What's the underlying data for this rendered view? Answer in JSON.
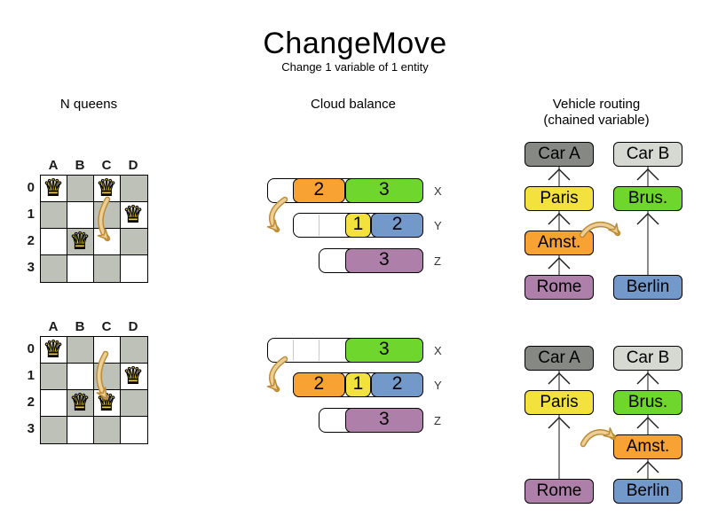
{
  "title": "ChangeMove",
  "subtitle": "Change 1 variable of 1 entity",
  "sections": {
    "nqueens": {
      "header": "N queens"
    },
    "cloud": {
      "header": "Cloud balance"
    },
    "vehicle": {
      "header": "Vehicle routing",
      "header2": "(chained variable)"
    }
  },
  "palette": {
    "orange": "#f7a233",
    "green": "#6fd62d",
    "yellow": "#f3e13d",
    "blue": "#7398ca",
    "purple": "#ae80a9",
    "darkgray": "#868883",
    "lightgray": "#d6d9d2",
    "board_dark": "#bdc1b8",
    "queen": "#f3d11d",
    "arrow_fill": "#ecce97",
    "arrow_stroke": "#bc8a35"
  },
  "queen_icon": "♛",
  "boards": [
    {
      "col_labels": [
        "A",
        "B",
        "C",
        "D"
      ],
      "row_labels": [
        "0",
        "1",
        "2",
        "3"
      ],
      "queens": [
        {
          "col": 0,
          "row": 0
        },
        {
          "col": 2,
          "row": 0
        },
        {
          "col": 3,
          "row": 1
        },
        {
          "col": 1,
          "row": 2
        }
      ]
    },
    {
      "col_labels": [
        "A",
        "B",
        "C",
        "D"
      ],
      "row_labels": [
        "0",
        "1",
        "2",
        "3"
      ],
      "queens": [
        {
          "col": 0,
          "row": 0
        },
        {
          "col": 3,
          "row": 1
        },
        {
          "col": 1,
          "row": 2
        },
        {
          "col": 2,
          "row": 2
        }
      ]
    }
  ],
  "cloud_diagrams": [
    {
      "rows": [
        {
          "label": "X",
          "segments": [
            {
              "empty": true,
              "units": 1
            },
            {
              "value": "2",
              "color": "orange",
              "units": 2
            },
            {
              "value": "3",
              "color": "green",
              "units": 3
            }
          ]
        },
        {
          "label": "Y",
          "segments": [
            {
              "empty": true,
              "units": 2
            },
            {
              "value": "1",
              "color": "yellow",
              "units": 1
            },
            {
              "value": "2",
              "color": "blue",
              "units": 2
            }
          ]
        },
        {
          "label": "Z",
          "segments": [
            {
              "empty": true,
              "units": 1
            },
            {
              "value": "3",
              "color": "purple",
              "units": 3
            }
          ]
        }
      ]
    },
    {
      "rows": [
        {
          "label": "X",
          "segments": [
            {
              "empty": true,
              "units": 3
            },
            {
              "value": "3",
              "color": "green",
              "units": 3
            }
          ]
        },
        {
          "label": "Y",
          "segments": [
            {
              "value": "2",
              "color": "orange",
              "units": 2
            },
            {
              "value": "1",
              "color": "yellow",
              "units": 1
            },
            {
              "value": "2",
              "color": "blue",
              "units": 2
            }
          ]
        },
        {
          "label": "Z",
          "segments": [
            {
              "empty": true,
              "units": 1
            },
            {
              "value": "3",
              "color": "purple",
              "units": 3
            }
          ]
        }
      ]
    }
  ],
  "routing_diagrams": [
    {
      "chains": [
        {
          "nodes": [
            {
              "label": "Car A",
              "color": "darkgray",
              "slot": 0
            },
            {
              "label": "Paris",
              "color": "yellow",
              "slot": 1
            },
            {
              "label": "Amst.",
              "color": "orange",
              "slot": 2
            },
            {
              "label": "Rome",
              "color": "purple",
              "slot": 3
            }
          ]
        },
        {
          "nodes": [
            {
              "label": "Car B",
              "color": "lightgray",
              "slot": 0
            },
            {
              "label": "Brus.",
              "color": "green",
              "slot": 1
            },
            {
              "label": "Berlin",
              "color": "blue",
              "slot": 3
            }
          ]
        }
      ]
    },
    {
      "chains": [
        {
          "nodes": [
            {
              "label": "Car A",
              "color": "darkgray",
              "slot": 0
            },
            {
              "label": "Paris",
              "color": "yellow",
              "slot": 1
            },
            {
              "label": "Rome",
              "color": "purple",
              "slot": 3
            }
          ]
        },
        {
          "nodes": [
            {
              "label": "Car B",
              "color": "lightgray",
              "slot": 0
            },
            {
              "label": "Brus.",
              "color": "green",
              "slot": 1
            },
            {
              "label": "Amst.",
              "color": "orange",
              "slot": 2
            },
            {
              "label": "Berlin",
              "color": "blue",
              "slot": 3
            }
          ]
        }
      ]
    }
  ]
}
